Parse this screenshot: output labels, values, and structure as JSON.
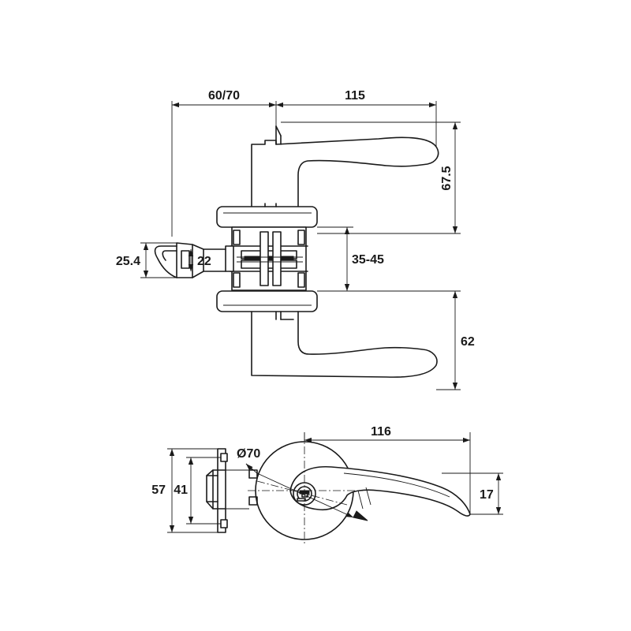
{
  "dimensions": {
    "backset": "60/70",
    "handle_length_top": "115",
    "handle_height_top": "67.5",
    "latch_face": "25.4",
    "latch_bolt": "22",
    "door_thickness": "35-45",
    "handle_height_bottom": "62",
    "handle_length_plan": "116",
    "rose_diameter": "Ø70",
    "faceplate_height": "57",
    "strike_height": "41",
    "lever_thickness": "17"
  }
}
